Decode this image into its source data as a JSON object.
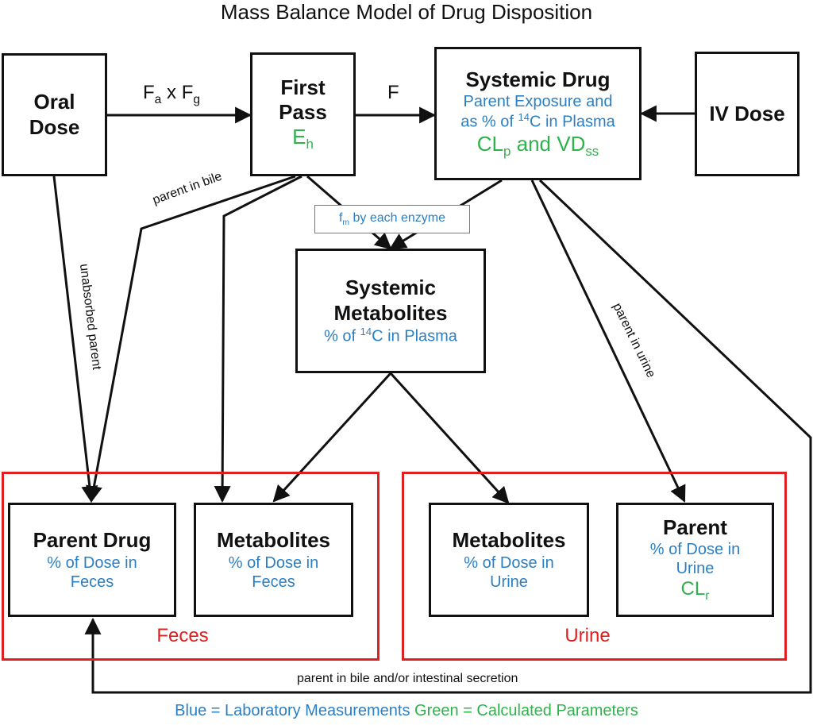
{
  "title": "Mass Balance Model of Drug Disposition",
  "boxes": {
    "oral_dose": {
      "label_line1": "Oral",
      "label_line2": "Dose"
    },
    "first_pass": {
      "label_line1": "First",
      "label_line2": "Pass",
      "param": "E",
      "param_sub": "h"
    },
    "systemic_drug": {
      "label": "Systemic Drug",
      "desc_line1": "Parent Exposure and",
      "desc_line2_pre": "as % of ",
      "desc_line2_sup": "14",
      "desc_line2_post": "C in Plasma",
      "param_a": "CL",
      "param_a_sub": "p",
      "param_and": " and VD",
      "param_b_sub": "ss"
    },
    "iv_dose": {
      "label": "IV Dose"
    },
    "systemic_metabolites": {
      "label_line1": "Systemic",
      "label_line2": "Metabolites",
      "desc_pre": "% of ",
      "desc_sup": "14",
      "desc_post": "C in Plasma"
    },
    "parent_drug_feces": {
      "label": "Parent Drug",
      "desc_line1": "% of Dose in",
      "desc_line2": "Feces"
    },
    "metabolites_feces": {
      "label": "Metabolites",
      "desc_line1": "% of Dose in",
      "desc_line2": "Feces"
    },
    "metabolites_urine": {
      "label": "Metabolites",
      "desc_line1": "% of Dose in",
      "desc_line2": "Urine"
    },
    "parent_urine": {
      "label": "Parent",
      "desc_line1": "% of Dose in",
      "desc_line2": "Urine",
      "param": "CL",
      "param_sub": "r"
    }
  },
  "groups": {
    "feces": "Feces",
    "urine": "Urine"
  },
  "arrow_labels": {
    "fa_fg_a": "F",
    "fa_sub": "a",
    "fa_x": " x F",
    "fg_sub": "g",
    "f": "F",
    "fm_pre": "f",
    "fm_sub": "m",
    "fm_post": " by each enzyme",
    "parent_in_bile": "parent in bile",
    "unabsorbed_parent": "unabsorbed parent",
    "parent_in_urine": "parent in urine",
    "bile_secretion": "parent in bile and/or intestinal secretion"
  },
  "legend": {
    "blue": "Blue = Laboratory Measurements",
    "green": "Green = Calculated Parameters"
  },
  "colors": {
    "blue": "#2b7fc3",
    "green": "#2eb34a",
    "red": "#e02020"
  }
}
